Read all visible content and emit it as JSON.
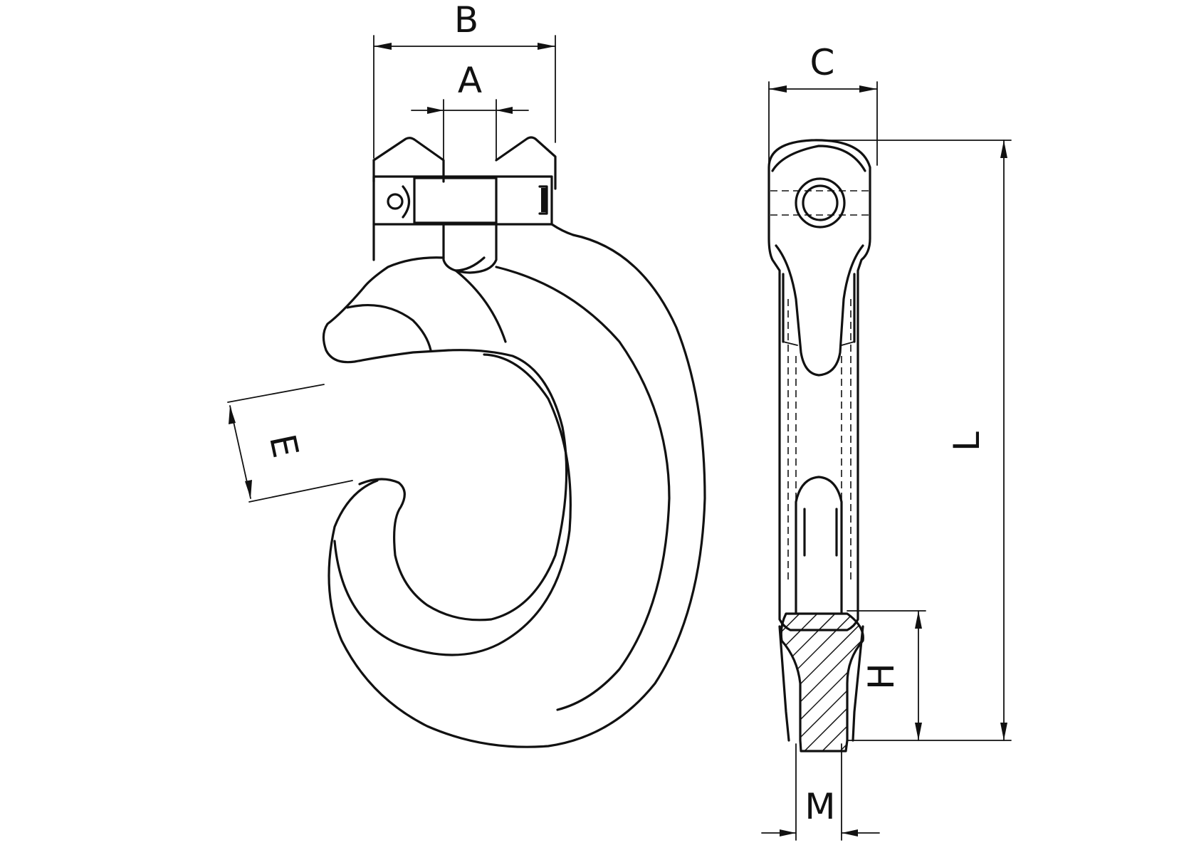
{
  "dimensions": {
    "A": "A",
    "B": "B",
    "C": "C",
    "E": "E",
    "H": "H",
    "L": "L",
    "M": "M"
  },
  "colors": {
    "line": "#111111",
    "background": "#ffffff"
  }
}
